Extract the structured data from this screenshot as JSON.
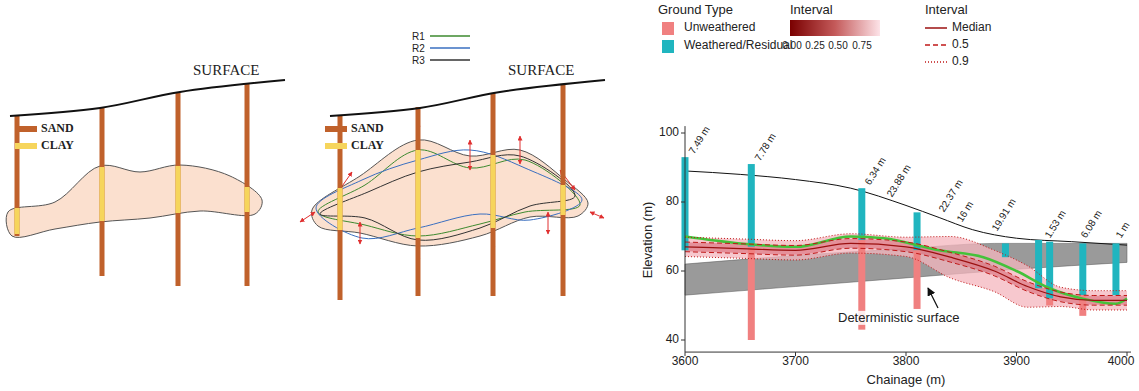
{
  "diagram": {
    "labels": [
      "SURFACE",
      "SURFACE",
      "Ground Type",
      "Interval",
      "0.00",
      "0.25",
      "0.50",
      "0.75",
      "Interval",
      "100",
      "80",
      "60",
      "40",
      "3600",
      "3700",
      "3800",
      "3900",
      "4000",
      "Elevation (m)",
      "Chainage (m)",
      "7.49 m",
      "7.78 m",
      "6.34 m",
      "23.88 m",
      "22.37 m",
      "16 m",
      "19.91 m",
      "1.53 m",
      "6.08 m",
      "1 m",
      "Deterministic surface"
    ],
    "legend": [
      {
        "text": "SAND",
        "color": "#c0612b"
      },
      {
        "text": "CLAY",
        "color": "#f6d55c"
      },
      {
        "text": "SAND",
        "color": "#c0612b"
      },
      {
        "text": "CLAY",
        "color": "#f6d55c"
      },
      {
        "text": "R1"
      },
      {
        "text": "R2"
      },
      {
        "text": "R3"
      },
      {
        "text": "Unweathered",
        "color": "#f08080"
      },
      {
        "text": "Weathered/Residual",
        "color": "#20b5bf"
      },
      {
        "text": "Median"
      },
      {
        "text": "0.5"
      },
      {
        "text": "0.9"
      }
    ]
  }
}
